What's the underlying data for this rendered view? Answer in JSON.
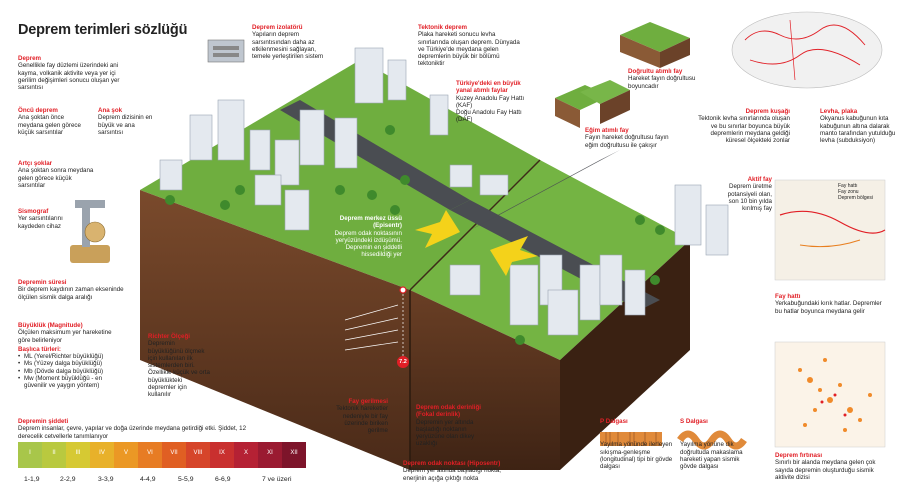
{
  "title": "Deprem terimleri sözlüğü",
  "terms": {
    "deprem": {
      "title": "Deprem",
      "body": "Genellikle fay düzlemi üzerindeki ani kayma, volkanik aktivite veya yer içi gerilim değişimleri sonucu oluşan yer sarsıntısı"
    },
    "oncu": {
      "title": "Öncü deprem",
      "body": "Ana şoktan önce meydana gelen görece küçük sarsıntılar"
    },
    "anasok": {
      "title": "Ana şok",
      "body": "Deprem dizisinin en büyük ve ana sarsıntısı"
    },
    "artci": {
      "title": "Artçı şoklar",
      "body": "Ana şoktan sonra meydana gelen görece küçük sarsıntılar"
    },
    "sismograf": {
      "title": "Sismograf",
      "body": "Yer sarsıntılarını kaydeden cihaz"
    },
    "sure": {
      "title": "Depremin süresi",
      "body": "Bir deprem kaydının zaman ekseninde ölçülen sismik dalga aralığı"
    },
    "buyukluk": {
      "title": "Büyüklük (Magnitude)",
      "body": "Ölçülen maksimum yer hareketine göre belirleniyor",
      "sub": "Başlıca türleri:",
      "items": [
        "ML (Yerel/Richter büyüklüğü)",
        "Ms (Yüzey dalga büyüklüğü)",
        "Mb (Dövde dalga büyüklüğü)",
        "Mw (Moment büyüklüğü - en güvenilir ve yaygın yöntem)"
      ]
    },
    "richter": {
      "title": "Richter Ölçeği",
      "body": "Depremin büyüklüğünü ölçmek için kullanılan ilk sistemlerden biri. Özellikle küçük ve orta büyüklükteki depremler için kullanılır"
    },
    "siddet": {
      "title": "Depremin şiddeti",
      "body": "Deprem insanlar, çevre, yapılar ve doğa üzerinde meydana getirdiği etki. Şiddet, 12 derecelik cetvellerle tanımlanıyor"
    },
    "izolator": {
      "title": "Deprem izolatörü",
      "body": "Yapıların deprem sarsıntısından daha az etkilenmesini sağlayan, temele yerleştirilen sistem"
    },
    "tektonik": {
      "title": "Tektonik deprem",
      "body": "Plaka hareketi sonucu levha sınırlarında oluşan deprem. Dünyada ve Türkiye'de meydana gelen depremlerin büyük bir bölümü tektoniktir"
    },
    "yanal": {
      "title": "Türkiye'deki en büyük yanal atımlı faylar",
      "body": "Kuzey Anadolu Fay Hattı (KAF)\nDoğu Anadolu Fay Hattı (DAF)"
    },
    "dogrultu": {
      "title": "Doğrultu atımlı fay",
      "body": "Hareket fayın doğrultusu boyuncadır"
    },
    "egim": {
      "title": "Eğim atımlı fay",
      "body": "Fayın hareket doğrultusu fayın eğim doğrultusu ile çakışır"
    },
    "kusak": {
      "title": "Deprem kuşağı",
      "body": "Tektonik levha sınırlarında oluşan ve bu sınırlar boyunca büyük depremlerin meydana geldiği küresel ölçekteki zonlar"
    },
    "levha": {
      "title": "Levha, plaka",
      "body": "Okyanus kabuğunun kıta kabuğunun altına dalarak manto tarafından yutulduğu levha (subduksiyon)"
    },
    "aktif": {
      "title": "Aktif fay",
      "body": "Deprem üretme potansiyeli olan, son 10 bin yılda kırılmış fay"
    },
    "merkez": {
      "title": "Deprem merkez üssü (Episentr)",
      "body": "Deprem odak noktasının yeryüzündeki izdüşümü. Depremin en şiddetli hissedildiği yer"
    },
    "fayhatti": {
      "title": "Fay hattı",
      "body": "Yerkabuğundaki kırık hatlar. Depremler bu hatlar boyunca meydana gelir"
    },
    "fircinasi": {
      "title": "Deprem fırtınası",
      "body": "Sınırlı bir alanda meydana gelen çok sayıda depremin oluşturduğu sismik aktivite dizisi"
    },
    "gerilme": {
      "title": "Fay gerilmesi",
      "body": "Tektonik hareketler nedeniyle bir fay üzerinde biriken gerilme"
    },
    "odakderinligi": {
      "title": "Deprem odak derinliği (Fokal derinlik)",
      "body": "Depremin yer altında başladığı noktanın yeryüzüne olan dikey uzaklığı"
    },
    "hiposentr": {
      "title": "Deprem odak noktası (Hiposentr)",
      "body": "Deprem yer altında başladığı nokta, enerjinin açığa çıktığı nokta"
    },
    "pdalgasi": {
      "title": "P Dalgası",
      "body": "Yayılma yönünde ilerleyen sıkışma-genleşme (longitudinal) tipi bir gövde dalgası"
    },
    "sdalgasi": {
      "title": "S Dalgası",
      "body": "Yayılma yönüne dik doğrultuda makaslama hareketi yapan sismik gövde dalgası"
    }
  },
  "magnitude_chip": "7.2",
  "intensity_scale": {
    "roman": [
      "I",
      "II",
      "III",
      "IV",
      "V",
      "VI",
      "VII",
      "VIII",
      "IX",
      "X",
      "XI",
      "XII"
    ],
    "colors": [
      "#a8c64a",
      "#b9c93f",
      "#d6c933",
      "#e8b12a",
      "#eb9825",
      "#e77c24",
      "#e05f23",
      "#d6452a",
      "#c9302f",
      "#b52134",
      "#9a1a31",
      "#7d142a"
    ],
    "ranges": [
      "1-1,9",
      "2-2,9",
      "3-3,9",
      "4-4,9",
      "5-5,9",
      "6-6,9",
      "7 ve üzeri"
    ]
  },
  "legend": {
    "items": [
      "Fay hattı",
      "Fay zonu",
      "Deprem bölgesi"
    ]
  }
}
